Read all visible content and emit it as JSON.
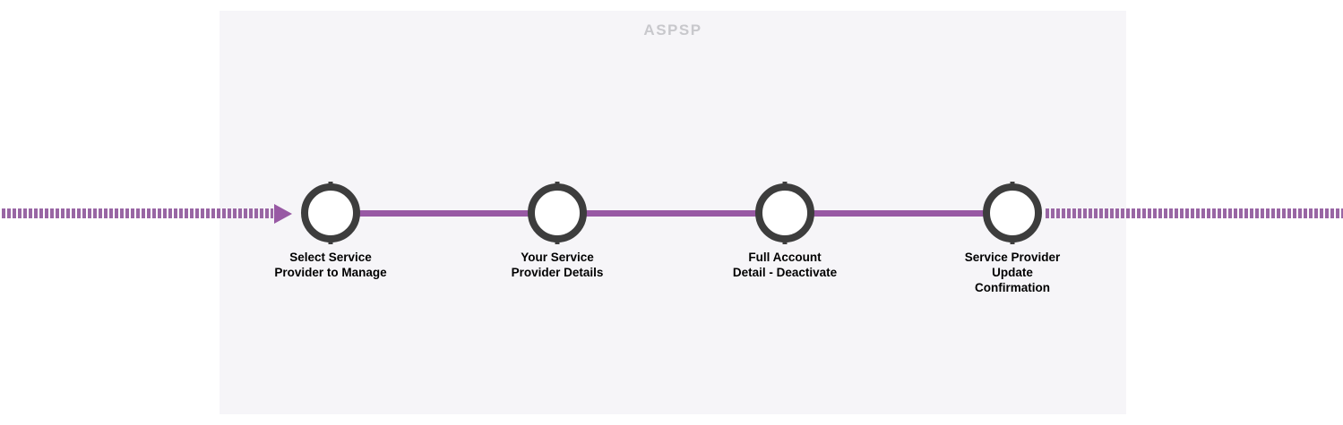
{
  "panel": {
    "title": "ASPSP"
  },
  "flow": {
    "direction": "left-to-right",
    "steps": [
      {
        "line1": "Select Service",
        "line2": "Provider to Manage",
        "line3": null
      },
      {
        "line1": "Your Service",
        "line2": "Provider Details",
        "line3": null
      },
      {
        "line1": "Full Account",
        "line2": "Detail - Deactivate",
        "line3": null
      },
      {
        "line1": "Service Provider",
        "line2": "Update",
        "line3": "Confirmation"
      }
    ]
  },
  "colors": {
    "accent": "#9859A4",
    "dash": "#9966A4",
    "node-stroke": "#3D3D3D",
    "node-fill": "#FFFFFF",
    "panel-bg": "#F6F5F8",
    "title-color": "#C8C8CC",
    "label-color": "#000000"
  }
}
